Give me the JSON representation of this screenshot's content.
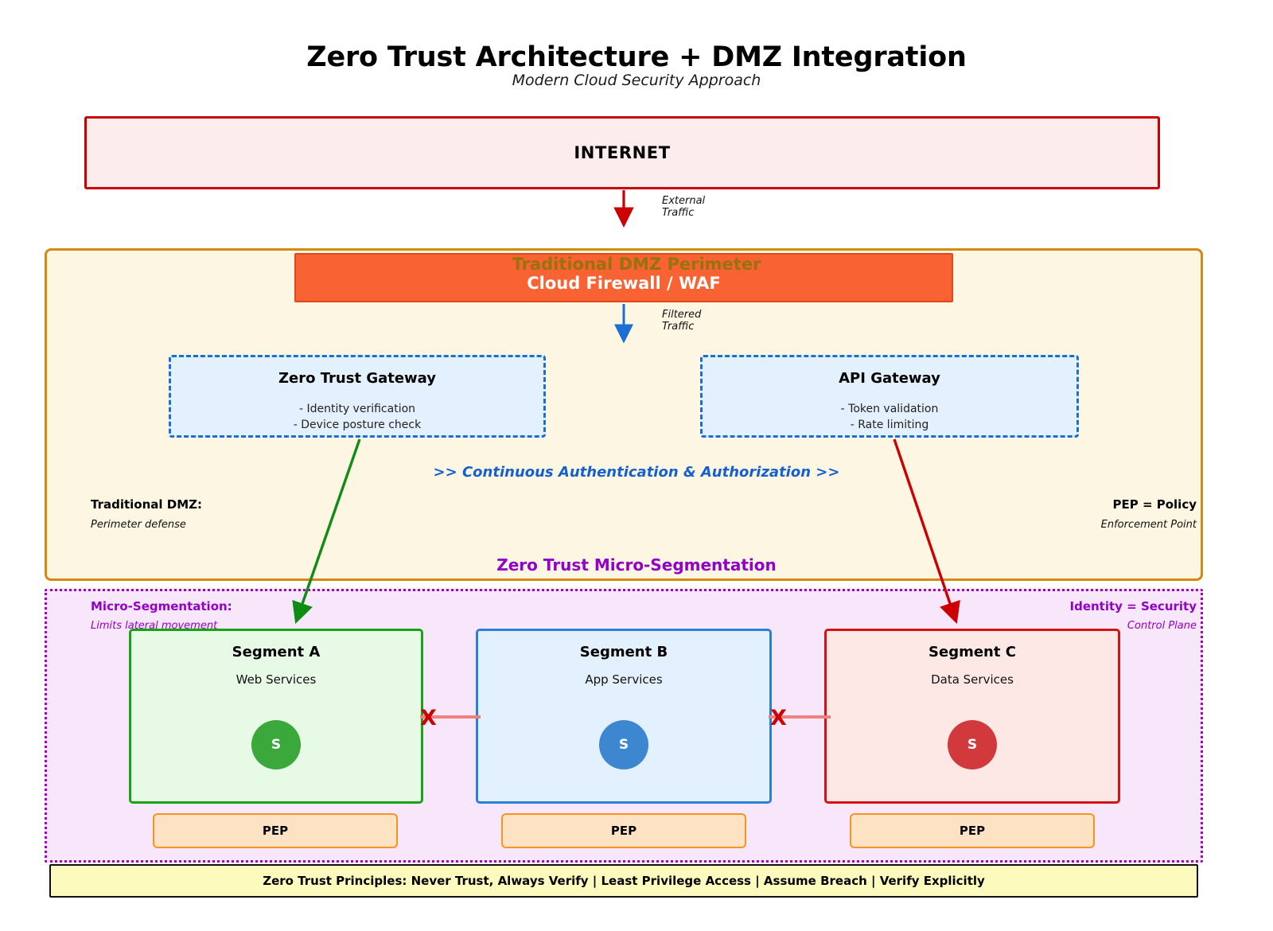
{
  "header": {
    "title": "Zero Trust Architecture + DMZ Integration",
    "subtitle": "Modern Cloud Security Approach"
  },
  "internet": {
    "label": "INTERNET"
  },
  "flows": {
    "external_traffic_line1": "External",
    "external_traffic_line2": "Traffic",
    "filtered_traffic_line1": "Filtered",
    "filtered_traffic_line2": "Traffic",
    "continuous_auth": ">> Continuous Authentication & Authorization >>"
  },
  "dmz": {
    "perimeter_label": "Traditional DMZ Perimeter",
    "firewall_label": "Cloud Firewall / WAF",
    "note_title": "Traditional DMZ:",
    "note_sub": "Perimeter defense",
    "pep_legend_title": "PEP = Policy",
    "pep_legend_sub": "Enforcement Point",
    "gateways": [
      {
        "title": "Zero Trust Gateway",
        "bullets": [
          "- Identity verification",
          "- Device posture check"
        ]
      },
      {
        "title": "API Gateway",
        "bullets": [
          "- Token validation",
          "- Rate limiting"
        ]
      }
    ]
  },
  "microsegmentation": {
    "title": "Zero Trust Micro-Segmentation",
    "note_title": "Micro-Segmentation:",
    "note_sub": "Limits lateral movement",
    "identity_title": "Identity = Security",
    "identity_sub": "Control Plane",
    "segments": [
      {
        "title": "Segment A",
        "subtitle": "Web Services",
        "node_label": "S",
        "color": "#17a317",
        "node_color": "#3aa83a"
      },
      {
        "title": "Segment B",
        "subtitle": "App Services",
        "node_label": "S",
        "color": "#2b7fd4",
        "node_color": "#3d87d0"
      },
      {
        "title": "Segment C",
        "subtitle": "Data Services",
        "node_label": "S",
        "color": "#d61111",
        "node_color": "#d1393c"
      }
    ],
    "pep_boxes": [
      "PEP",
      "PEP",
      "PEP"
    ],
    "blocked_markers": [
      "X",
      "X"
    ]
  },
  "footer": {
    "text": "Zero Trust Principles: Never Trust, Always Verify | Least Privilege Access | Assume Breach | Verify Explicitly"
  },
  "colors": {
    "internet_border": "#cc0000",
    "dmz_border": "#d68910",
    "firewall_fill": "#f96232",
    "gateway_border": "#1a6fd4",
    "microseg_border": "#aa00cc",
    "pep_border": "#f79320",
    "blocked": "#cc0000"
  }
}
